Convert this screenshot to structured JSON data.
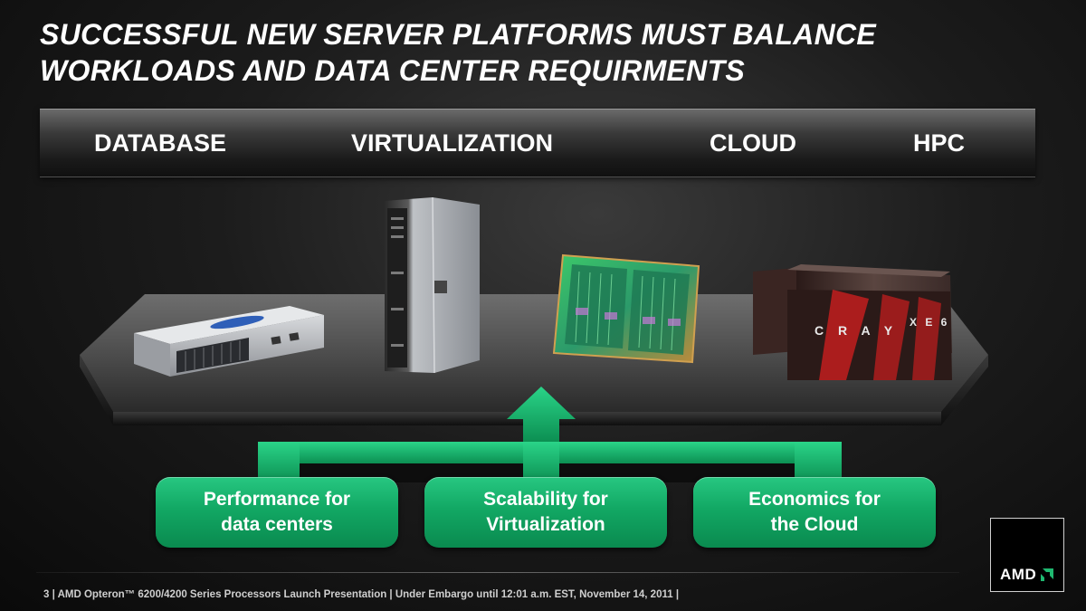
{
  "slide": {
    "title_line1": "SUCCESSFUL NEW SERVER PLATFORMS MUST BALANCE",
    "title_line2": "WORKLOADS AND DATA CENTER REQUIRMENTS"
  },
  "workloads": [
    "DATABASE",
    "VIRTUALIZATION",
    "CLOUD",
    "HPC"
  ],
  "products": {
    "rack_server": "rack server",
    "blade_server": "blade server",
    "processor_die": "processor die",
    "supercomputer": "supercomputer",
    "cray_brand": "C R A Y",
    "cray_model": "X E 6"
  },
  "benefits": [
    {
      "line1": "Performance for",
      "line2": "data centers"
    },
    {
      "line1": "Scalability for",
      "line2": "Virtualization"
    },
    {
      "line1": "Economics for",
      "line2": "the Cloud"
    }
  ],
  "logo": {
    "text": "AMD"
  },
  "footer": {
    "text": "3  |  AMD Opteron™ 6200/4200 Series Processors Launch Presentation |  Under Embargo until 12:01 a.m. EST, November 14, 2011  |"
  },
  "colors": {
    "accent_green": "#12a864",
    "background": "#1c1c1c",
    "text": "#ffffff"
  }
}
